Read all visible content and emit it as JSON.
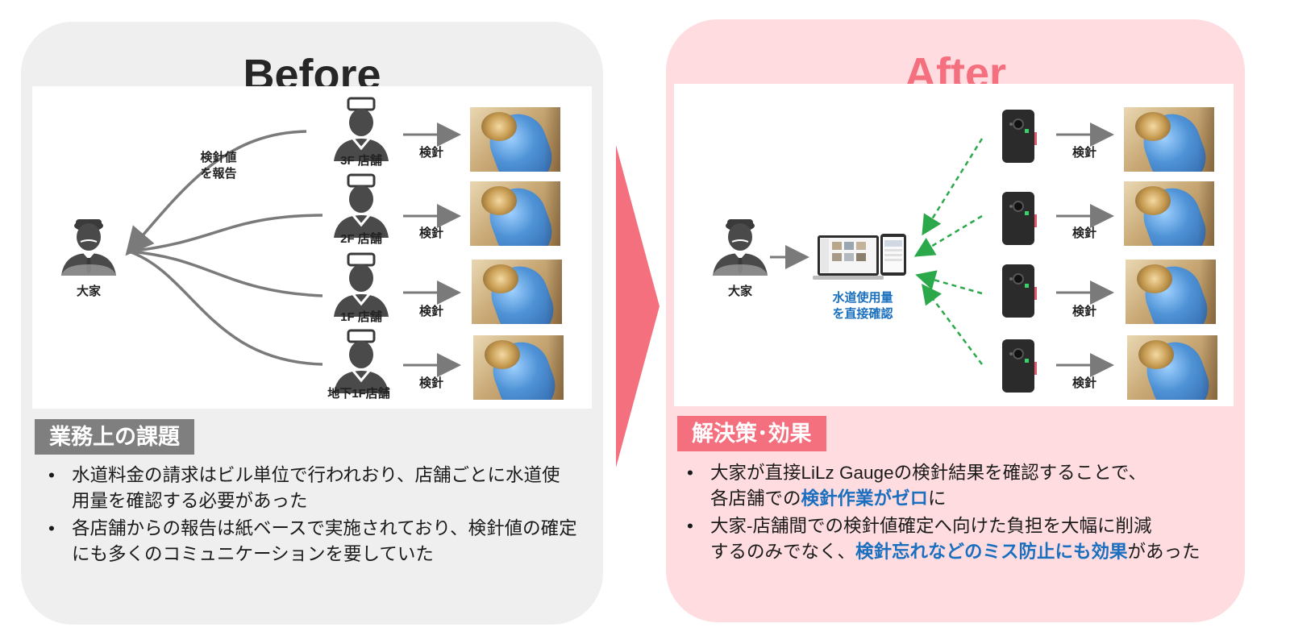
{
  "before": {
    "title": "Before",
    "owner_label": "大家",
    "report_label_line1": "検針値",
    "report_label_line2": "を報告",
    "stores": [
      {
        "label": "3F 店舗",
        "action": "検針"
      },
      {
        "label": "2F 店舗",
        "action": "検針"
      },
      {
        "label": "1F 店舗",
        "action": "検針"
      },
      {
        "label": "地下1F店舗",
        "action": "検針"
      }
    ],
    "section_heading": "業務上の課題",
    "bullets": [
      {
        "text": "水道料金の請求はビル単位で行われおり、店舗ごとに水道使用量を確認する必要があった"
      },
      {
        "text": "各店舗からの報告は紙ベースで実施されており、検針値の確定にも多くのコミュニケーションを要していた"
      }
    ]
  },
  "after": {
    "title": "After",
    "owner_label": "大家",
    "check_label_line1": "水道使用量",
    "check_label_line2": "を直接確認",
    "devices": [
      {
        "action": "検針"
      },
      {
        "action": "検針"
      },
      {
        "action": "検針"
      },
      {
        "action": "検針"
      }
    ],
    "section_heading": "解決策･効果",
    "bullet1_line1": "大家が直接LiLz Gaugeの検針結果を確認することで、",
    "bullet1_line2_pre": "各店舗での",
    "bullet1_line2_hl": "検針作業がゼロ",
    "bullet1_line2_post": "に",
    "bullet2_line1": "大家-店舗間での検針値確定へ向けた負担を大幅に削減",
    "bullet2_line2_pre": "するのみでなく、",
    "bullet2_line2_hl": "検針忘れなどのミス防止にも効果",
    "bullet2_line2_post": "があった"
  },
  "colors": {
    "before_bg": "#efefef",
    "after_bg": "#ffdce0",
    "accent_pink": "#f4707f",
    "highlight_blue": "#1a6fbf",
    "gray_heading": "#7f7f7f",
    "flow_arrow_green": "#2aa84a"
  }
}
